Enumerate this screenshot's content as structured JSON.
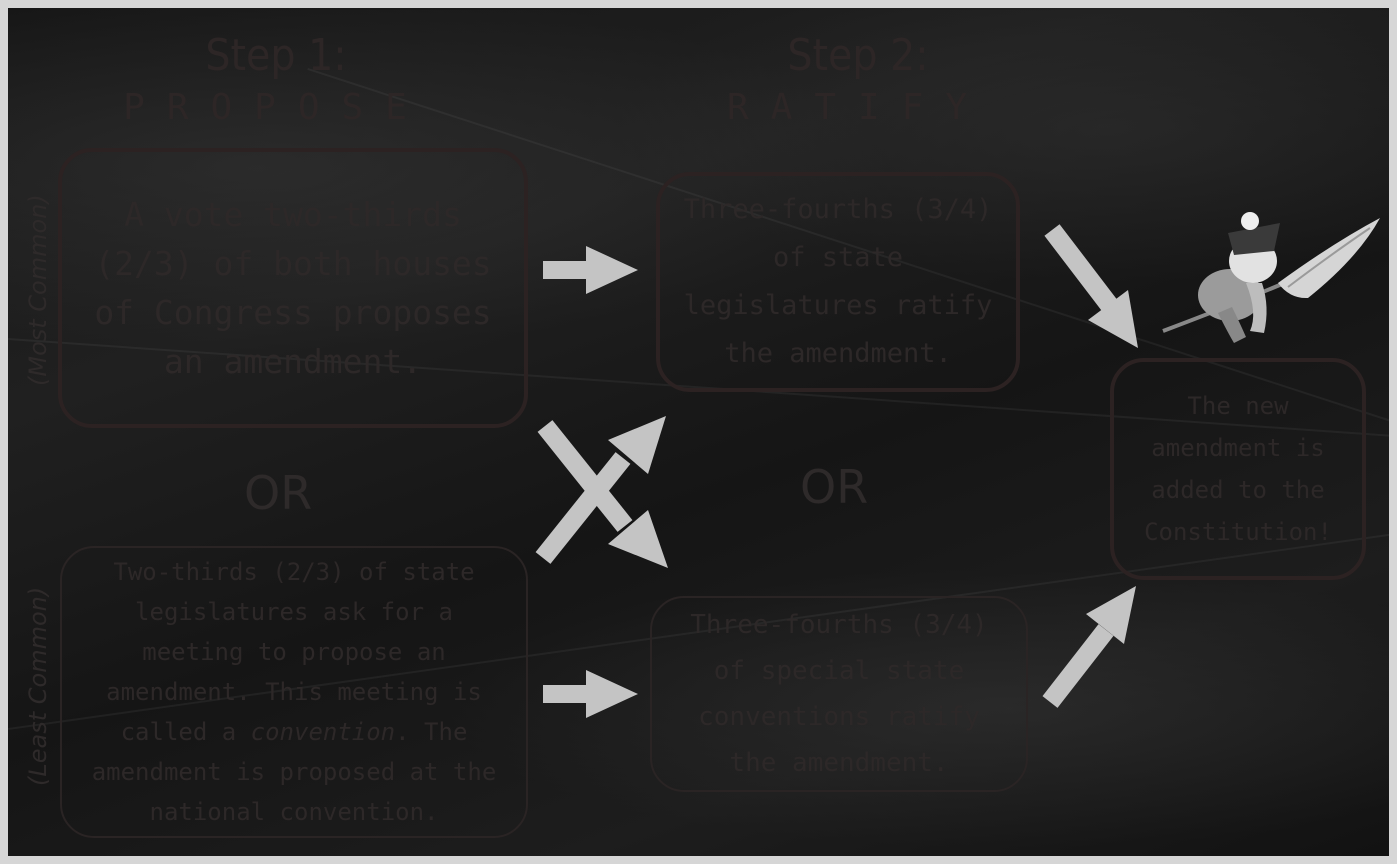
{
  "step1": {
    "title": "Step 1:",
    "word": "PROPOSE"
  },
  "step2": {
    "title": "Step 2:",
    "word": "RATIFY"
  },
  "side_labels": {
    "top": "(Most Common)",
    "bottom": "(Least Common)"
  },
  "propose_common": "A vote two-thirds (2/3) of both houses of Congress proposes an amendment.",
  "propose_rare_1": "Two-thirds (2/3) of state legislatures ask for a meeting to propose an amendment. This meeting is called a ",
  "propose_rare_em": "convention",
  "propose_rare_2": ". The amendment is proposed at the national convention.",
  "ratify_legislatures": "Three-fourths (3/4) of state legislatures ratify the amendment.",
  "ratify_conventions": "Three-fourths (3/4) of special state conventions ratify the amendment.",
  "result": "The new amendment is added to the Constitution!",
  "or_left": "OR",
  "or_right": "OR",
  "colors": {
    "arrow": "#c4c4c4",
    "box_border": "#2c2222",
    "text": "#2d2828"
  }
}
